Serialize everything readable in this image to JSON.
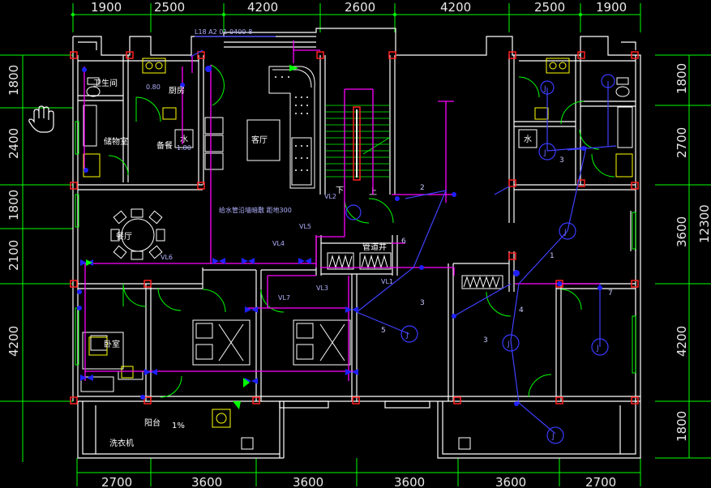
{
  "dimensions": {
    "top": [
      "1900",
      "2500",
      "4200",
      "2600",
      "4200",
      "2500",
      "1900"
    ],
    "bottom": [
      "2700",
      "3600",
      "3600",
      "3600",
      "3600",
      "2700"
    ],
    "left": [
      "1800",
      "2400",
      "1800",
      "2100",
      "4200"
    ],
    "right": [
      "1800",
      "2700",
      "3600",
      "4200",
      "1800"
    ],
    "right_total": "12300"
  },
  "rooms": {
    "toilet": "卫生间",
    "kitchen": "厨房",
    "storage": "储物室",
    "tank": "水",
    "pantry": "备餐",
    "living": "客厅",
    "dining": "餐厅",
    "bedroom": "卧室",
    "balcony": "阳台",
    "laundry": "洗衣机",
    "pipe_shaft": "管道井",
    "stair_down": "下",
    "stair_up": "上"
  },
  "annotations": {
    "top_note": "L18 A2 01 0400-8",
    "pipe_note": "给水管沿墙暗敷 距地300",
    "slope": "1%",
    "pipes": [
      "VL2",
      "VL4",
      "VL5",
      "VL7",
      "VL3",
      "VL1",
      "VL6"
    ],
    "branch_numbers": [
      "1",
      "2",
      "3",
      "4",
      "5",
      "6",
      "7"
    ],
    "fixture_J": "J",
    "fixture_size": "1.80",
    "fixture_size_2": "0.80"
  },
  "icons": {
    "pan": "hand-pan-icon",
    "stove": "stove-icon",
    "bed": "bed-icon",
    "dining_table": "dining-table-icon",
    "toilet": "toilet-icon",
    "washer": "washing-machine-icon"
  },
  "colors": {
    "background": "#000000",
    "walls": "#ffffff",
    "dim_lines": "#00ff00",
    "pipes": "#ff00ff",
    "fixtures": "#2020ff",
    "columns": "#ff2020",
    "furniture": "#ffff00"
  }
}
